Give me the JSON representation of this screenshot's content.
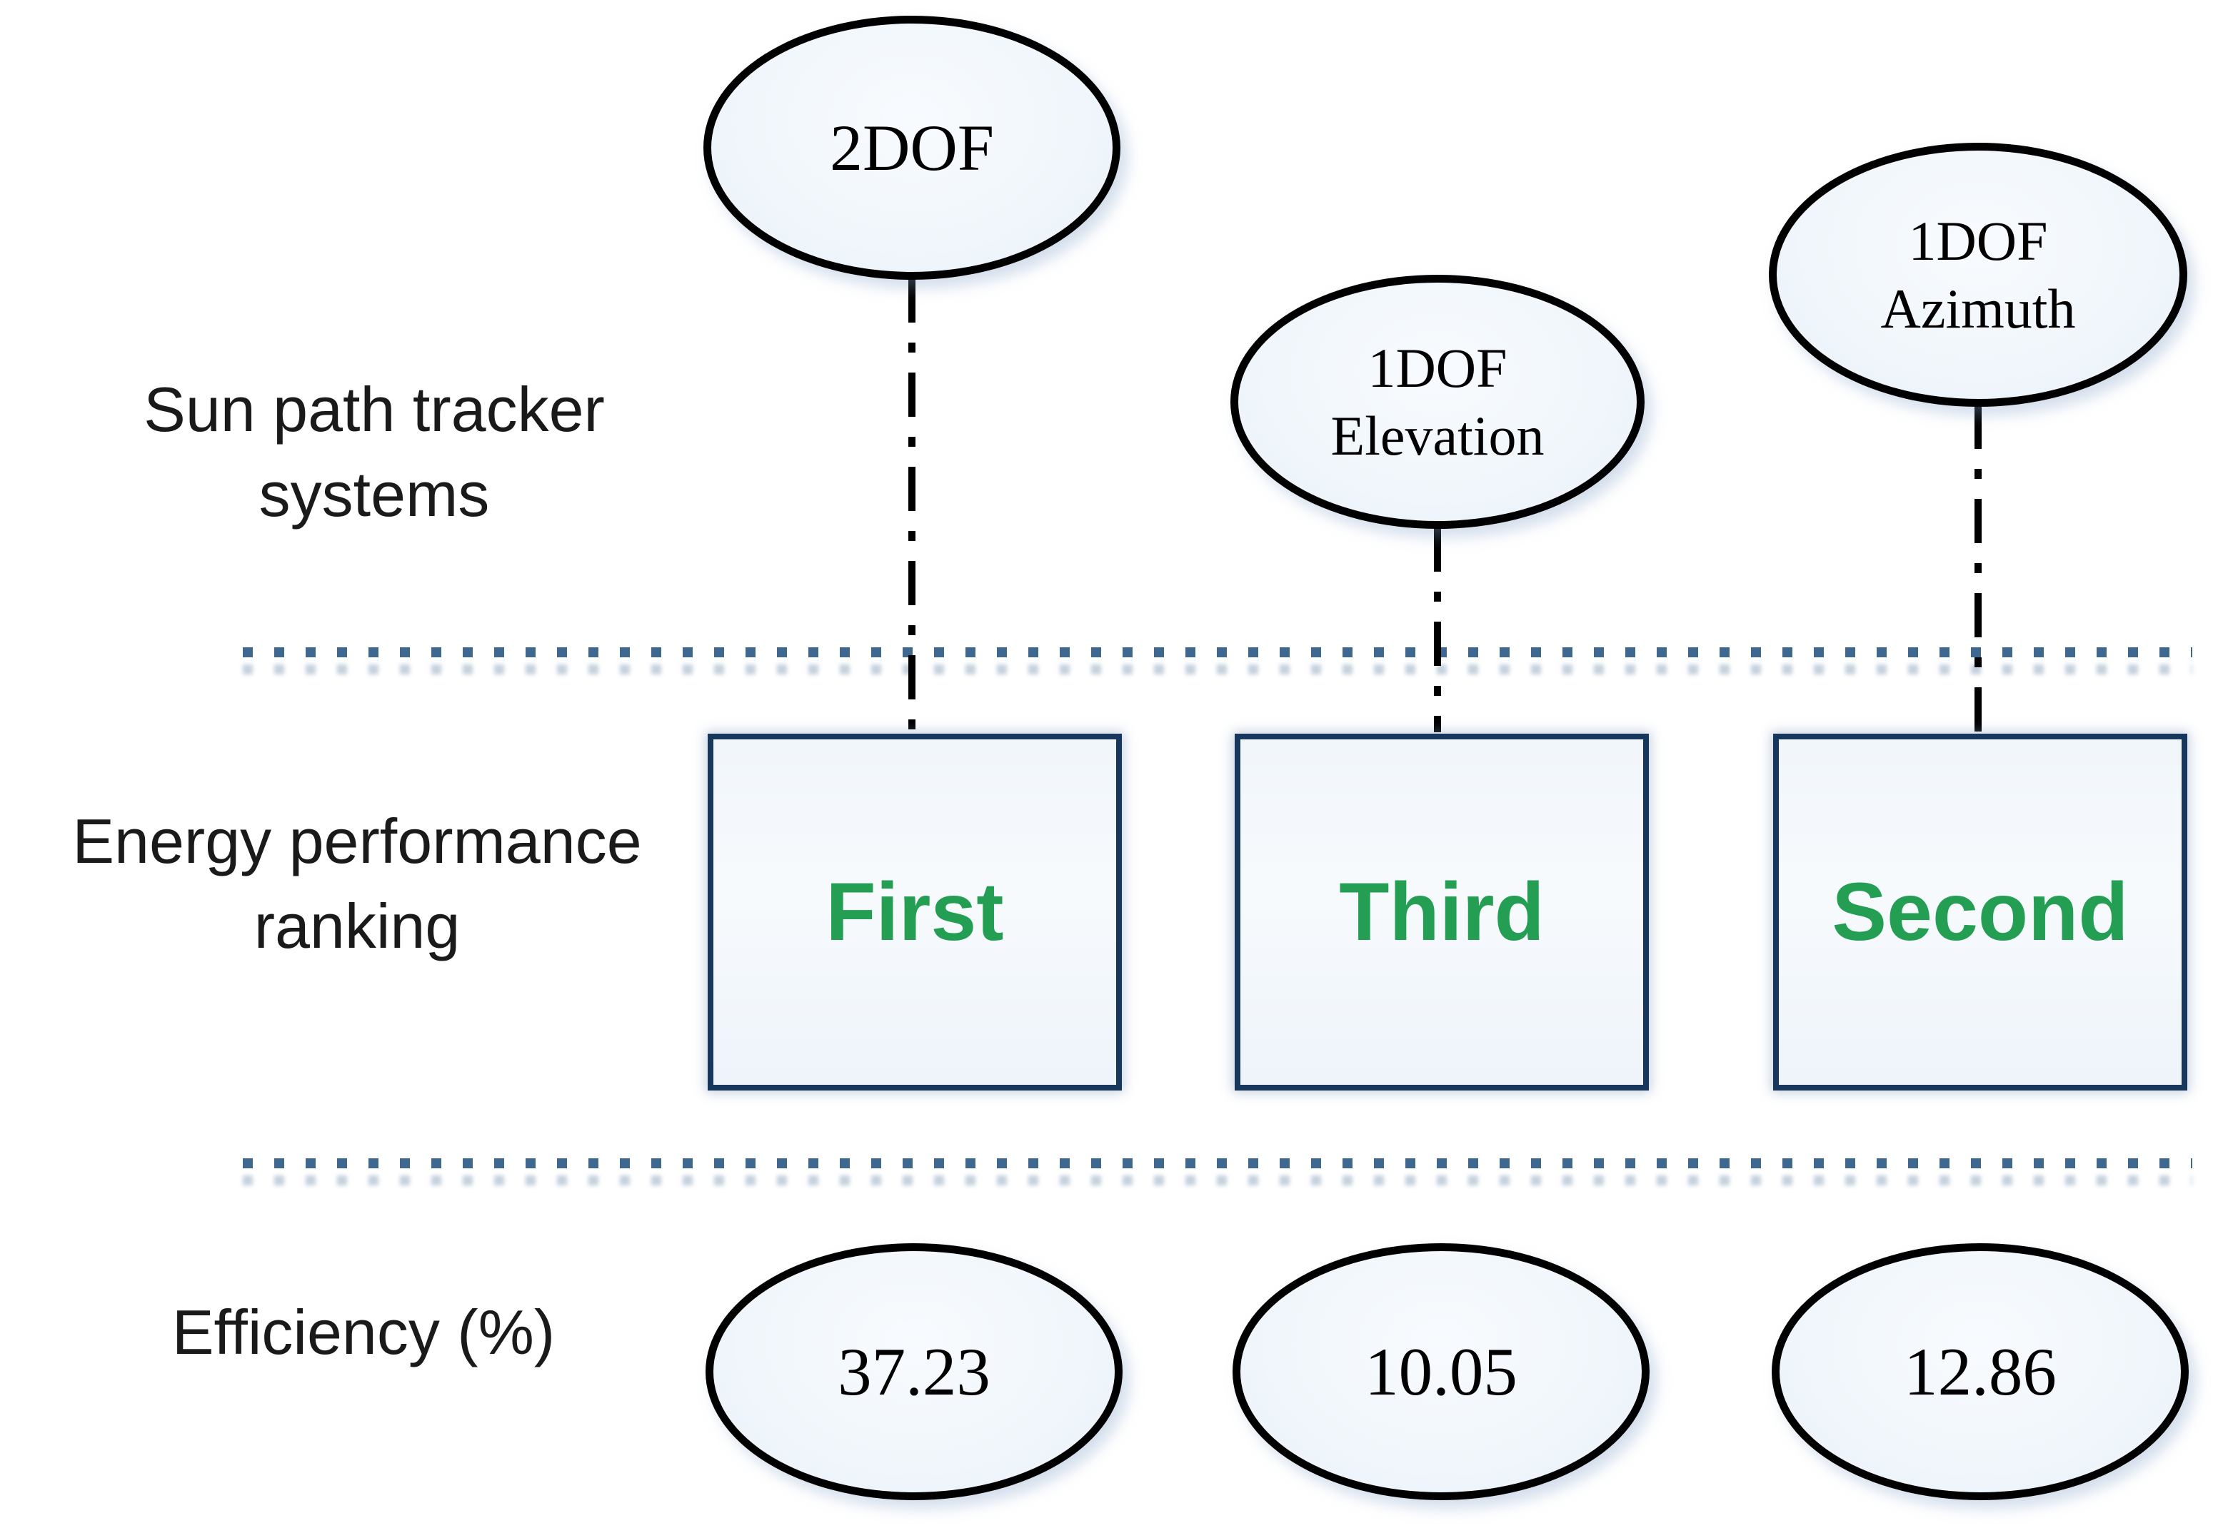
{
  "theme": {
    "page-bg": "#ffffff",
    "node-fill-start": "#f8fbfe",
    "node-fill-end": "#e9f1f9",
    "node-border": "#000000",
    "box-border": "#17375d",
    "rank-green": "#239e53",
    "dot-blue": "#3e688f",
    "label-color": "#1a1a1a"
  },
  "labels": {
    "trackers": "Sun path tracker systems",
    "ranking": "Energy performance ranking",
    "efficiency": "Efficiency (%)"
  },
  "columns": [
    {
      "tracker_line1": "2DOF",
      "tracker_line2": "",
      "ranking": "First",
      "efficiency": "37.23"
    },
    {
      "tracker_line1": "1DOF",
      "tracker_line2": "Elevation",
      "ranking": "Third",
      "efficiency": "10.05"
    },
    {
      "tracker_line1": "1DOF",
      "tracker_line2": "Azimuth",
      "ranking": "Second",
      "efficiency": "12.86"
    }
  ]
}
